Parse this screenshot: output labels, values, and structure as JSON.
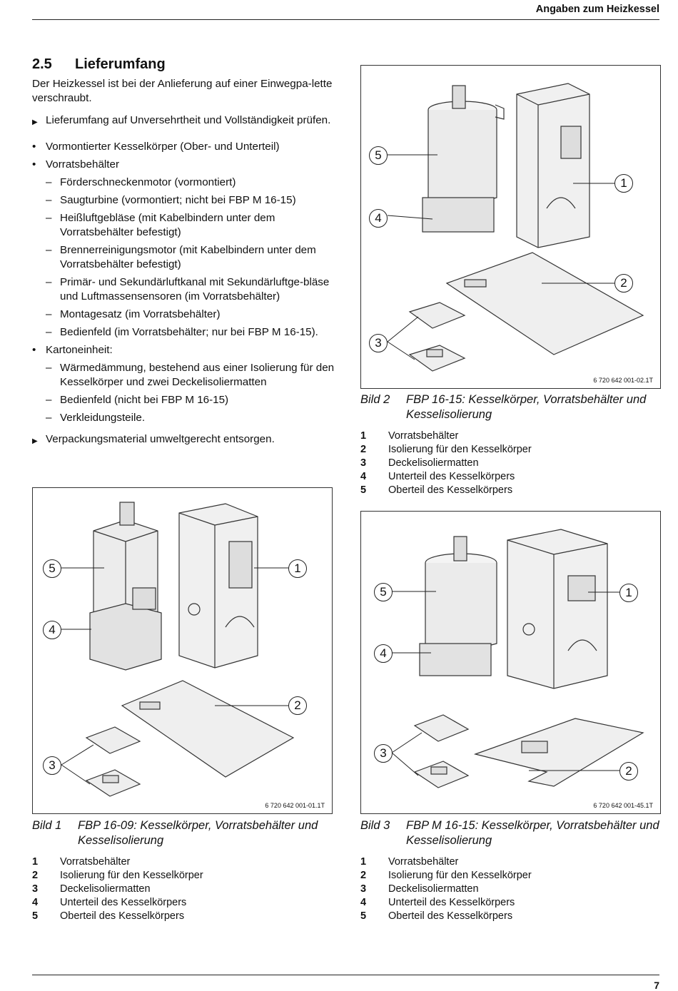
{
  "header": {
    "title": "Angaben zum Heizkessel"
  },
  "page_number": "7",
  "section": {
    "number": "2.5",
    "title": "Lieferumfang",
    "intro": "Der Heizkessel ist bei der Anlieferung auf einer Einwegpa-lette verschraubt.",
    "instruction1": "Lieferumfang auf Unversehrtheit und Vollständigkeit prüfen.",
    "bullet1": "Vormontierter Kesselkörper (Ober- und Unterteil)",
    "bullet2": "Vorratsbehälter",
    "bullet2_items": [
      "Förderschneckenmotor (vormontiert)",
      "Saugturbine (vormontiert; nicht bei FBP M 16-15)",
      "Heißluftgebläse (mit Kabelbindern unter dem Vorratsbehälter befestigt)",
      "Brennerreinigungsmotor (mit Kabelbindern unter dem Vorratsbehälter befestigt)",
      "Primär- und Sekundärluftkanal mit Sekundärluftge-bläse und Luftmassensensoren (im Vorratsbehälter)",
      "Montagesatz (im Vorratsbehälter)",
      "Bedienfeld (im Vorratsbehälter; nur bei FBP M 16-15)."
    ],
    "bullet3": "Kartoneinheit:",
    "bullet3_items": [
      "Wärmedämmung, bestehend aus einer Isolierung für den Kesselkörper und zwei Deckelisoliermatten",
      "Bedienfeld (nicht bei FBP M 16-15)",
      "Verkleidungsteile."
    ],
    "instruction2": "Verpackungsmaterial umweltgerecht entsorgen."
  },
  "figures": {
    "fig1": {
      "code": "6 720 642 001-01.1T",
      "label": "Bild 1",
      "caption": "FBP 16-09: Kesselkörper, Vorratsbehälter und Kesselisolierung"
    },
    "fig2": {
      "code": "6 720 642 001-02.1T",
      "label": "Bild 2",
      "caption": "FBP 16-15: Kesselkörper, Vorratsbehälter und Kesselisolierung"
    },
    "fig3": {
      "code": "6 720 642 001-45.1T",
      "label": "Bild 3",
      "caption": "FBP M 16-15: Kesselkörper, Vorratsbehälter und Kesselisolierung"
    },
    "callouts": [
      "1",
      "2",
      "3",
      "4",
      "5"
    ]
  },
  "legend": [
    {
      "n": "1",
      "text": "Vorratsbehälter"
    },
    {
      "n": "2",
      "text": "Isolierung für den Kesselkörper"
    },
    {
      "n": "3",
      "text": "Deckelisoliermatten"
    },
    {
      "n": "4",
      "text": "Unterteil des Kesselkörpers"
    },
    {
      "n": "5",
      "text": "Oberteil des Kesselkörpers"
    }
  ]
}
